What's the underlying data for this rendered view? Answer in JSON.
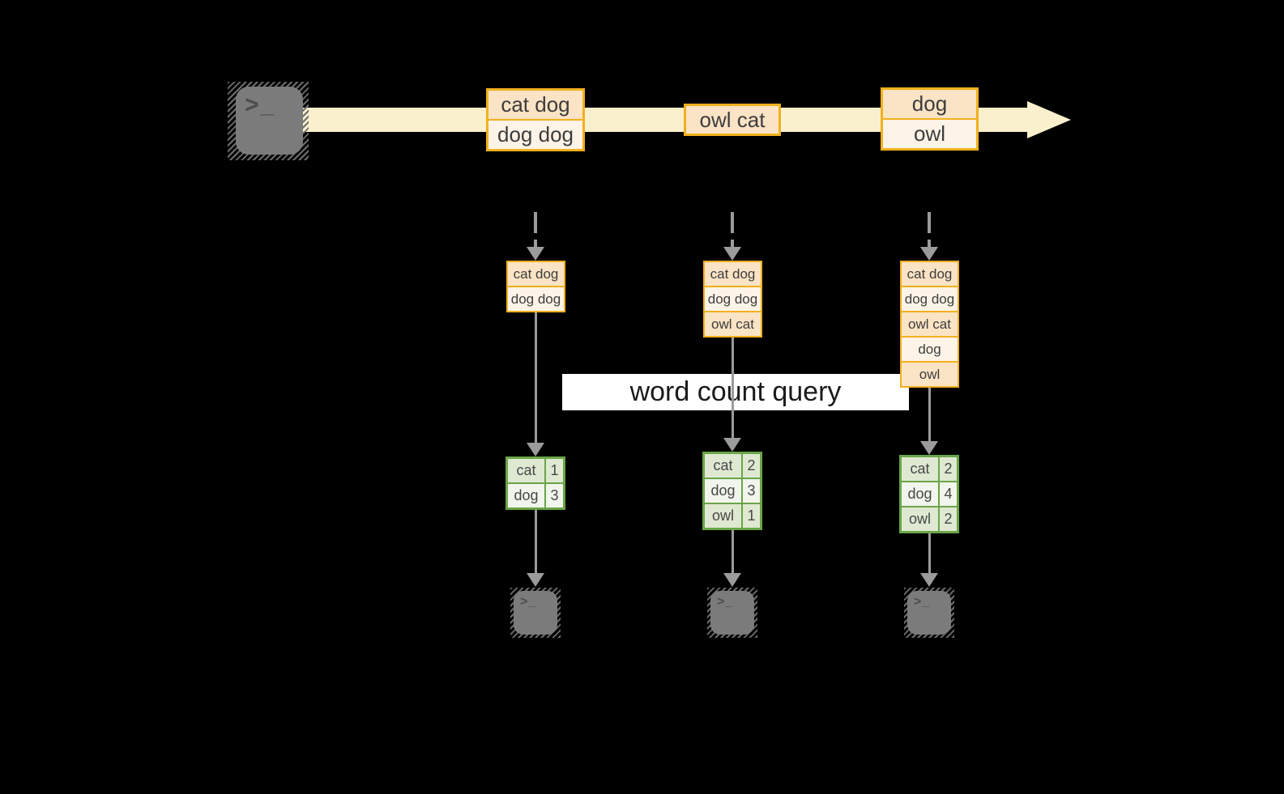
{
  "diagram": {
    "banner_label": "word count query",
    "terminal_prompt": ">_",
    "stream_events": [
      {
        "lines": [
          "cat dog",
          "dog dog"
        ]
      },
      {
        "lines": [
          "owl cat"
        ]
      },
      {
        "lines": [
          "dog",
          "owl"
        ]
      }
    ],
    "columns": [
      {
        "accumulated_lines": [
          "cat dog",
          "dog dog"
        ],
        "count_table": [
          {
            "word": "cat",
            "count": "1"
          },
          {
            "word": "dog",
            "count": "3"
          }
        ]
      },
      {
        "accumulated_lines": [
          "cat dog",
          "dog dog",
          "owl cat"
        ],
        "count_table": [
          {
            "word": "cat",
            "count": "2"
          },
          {
            "word": "dog",
            "count": "3"
          },
          {
            "word": "owl",
            "count": "1"
          }
        ]
      },
      {
        "accumulated_lines": [
          "cat dog",
          "dog dog",
          "owl cat",
          "dog",
          "owl"
        ],
        "count_table": [
          {
            "word": "cat",
            "count": "2"
          },
          {
            "word": "dog",
            "count": "4"
          },
          {
            "word": "owl",
            "count": "2"
          }
        ]
      }
    ]
  },
  "colors": {
    "background": "#000000",
    "stream_arrow": "#faf0cd",
    "event_border": "#f2b01e",
    "event_fill_peach": "#fbe3c5",
    "event_fill_cream": "#fdf3e6",
    "table_border": "#6aa547",
    "table_fill_sage": "#dfe9d2",
    "table_fill_light": "#f1f5ec",
    "connector_gray": "#9b9b9b",
    "terminal_gray": "#7b7b7b",
    "text_dark": "#3d3d3d",
    "banner_bg": "#ffffff",
    "banner_text": "#1b1b1b"
  }
}
